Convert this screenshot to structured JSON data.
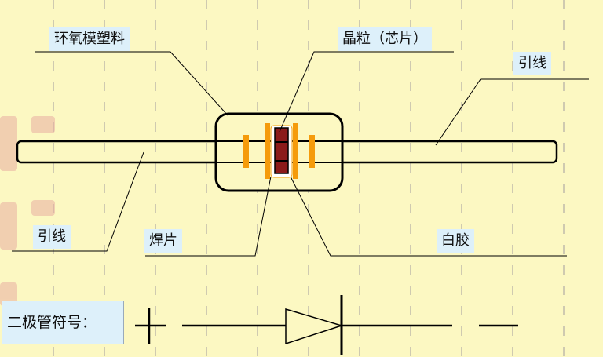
{
  "labels": {
    "epoxy": "环氧模塑料",
    "die": "晶粒（芯片）",
    "lead_right": "引线",
    "lead_left": "引线",
    "solder": "焊片",
    "white_glue": "白胶",
    "symbol_title": "二极管符号："
  },
  "icons": {
    "stamp": "seal-stamp"
  },
  "colors": {
    "background": "#fcf8c2",
    "label_bg": "#ddf0fa",
    "solder": "#f59b0b",
    "die": "#8b1a1a",
    "stroke": "#000000",
    "grid": "#d8d4a8"
  }
}
